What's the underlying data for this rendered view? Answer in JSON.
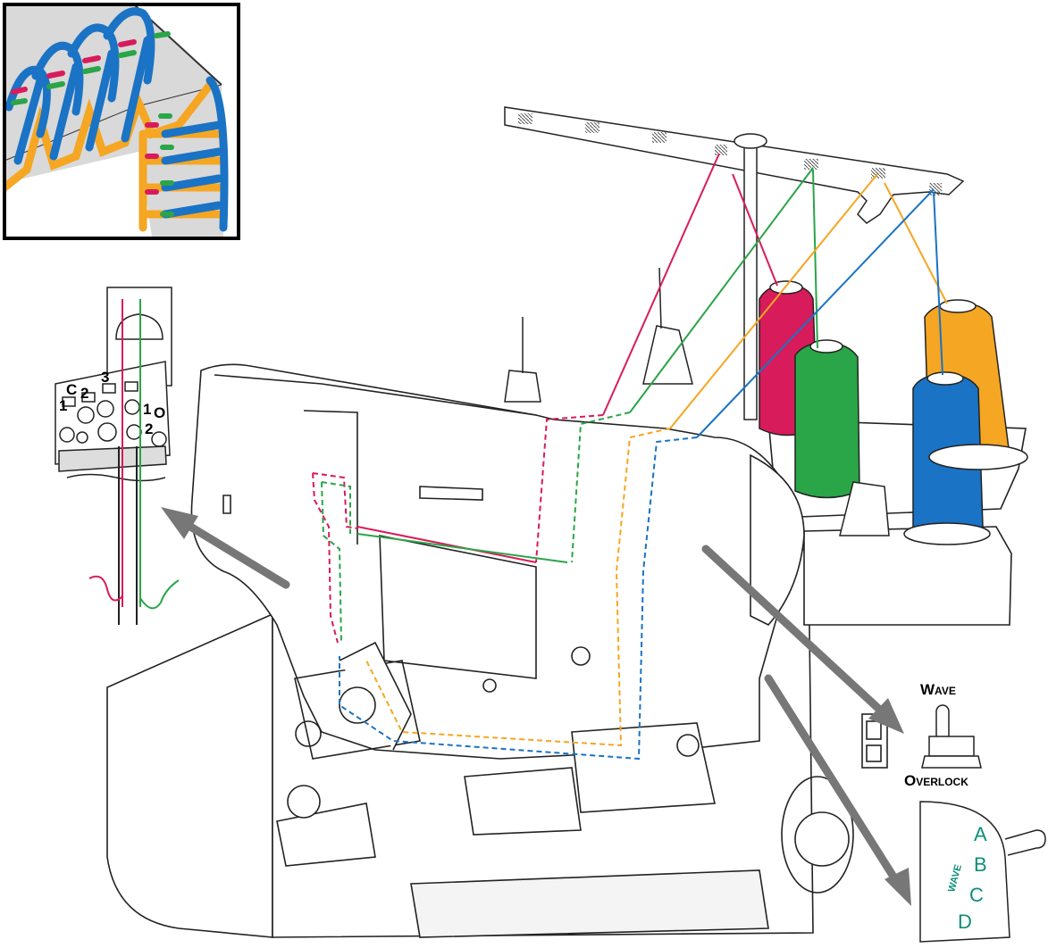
{
  "needle_plate": {
    "label_c": "C",
    "label_2a": "2",
    "label_3": "3",
    "label_1a": "1",
    "label_1b": "1",
    "label_o": "O",
    "label_2b": "2"
  },
  "switch_callout": {
    "top_label": "Wave",
    "bottom_label": "Overlock"
  },
  "dial_callout": {
    "wave_label": "WAVE",
    "settings": [
      "A",
      "B",
      "C",
      "D"
    ]
  },
  "thread_colors": {
    "pink": "#d81b5a",
    "green": "#2aa548",
    "orange": "#f5a623",
    "blue": "#1a73c4",
    "dial_text": "#0e8f7a"
  },
  "icons": [
    "stitch-detail-icon",
    "needle-plate-icon",
    "sewing-machine-icon",
    "cone-icon",
    "arrow-icon"
  ]
}
